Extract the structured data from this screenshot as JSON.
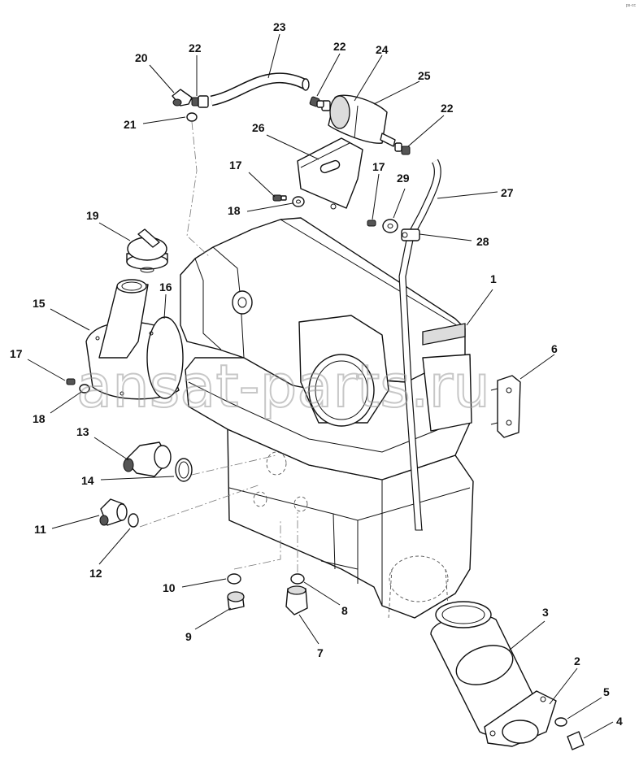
{
  "corner_text": "ps-cc",
  "watermark": "ansat-parts.ru",
  "callouts": {
    "c1": "1",
    "c2": "2",
    "c3": "3",
    "c4": "4",
    "c5": "5",
    "c6": "6",
    "c7": "7",
    "c8": "8",
    "c9": "9",
    "c10": "10",
    "c11": "11",
    "c12": "12",
    "c13": "13",
    "c14": "14",
    "c15": "15",
    "c16": "16",
    "c17a": "17",
    "c17b": "17",
    "c17c": "17",
    "c18a": "18",
    "c18b": "18",
    "c19": "19",
    "c20": "20",
    "c21": "21",
    "c22a": "22",
    "c22b": "22",
    "c22c": "22",
    "c23": "23",
    "c24": "24",
    "c25": "25",
    "c26": "26",
    "c27": "27",
    "c28": "28",
    "c29": "29"
  }
}
